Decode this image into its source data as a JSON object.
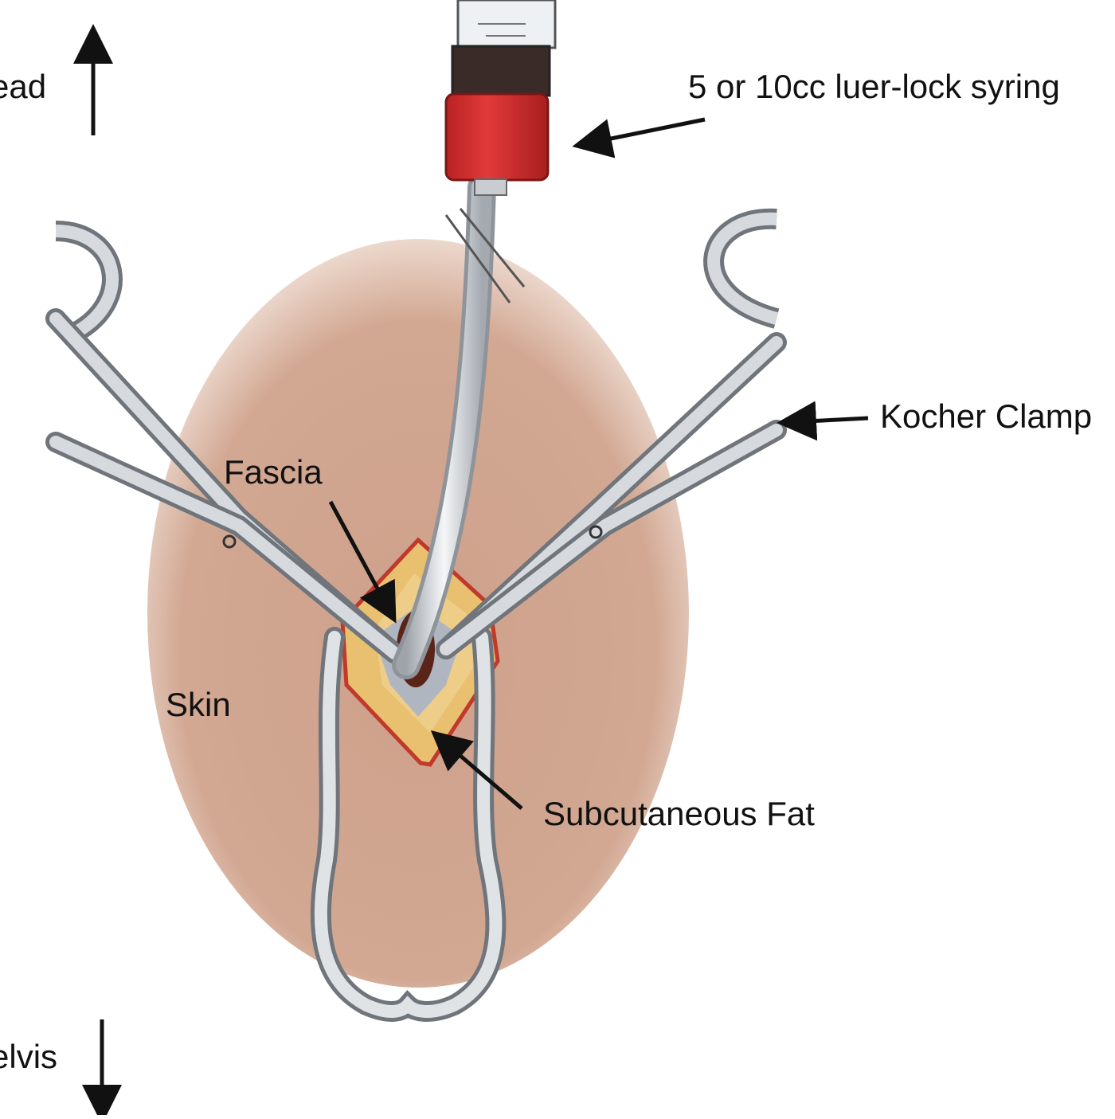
{
  "labels": {
    "head": "ead",
    "syringe": "5 or 10cc luer-lock syring",
    "kocher": "Kocher Clamp",
    "fascia": "Fascia",
    "skin": "Skin",
    "fat": "Subcutaneous Fat",
    "pelvis": "elvis"
  },
  "colors": {
    "skin": "#d2a893",
    "skin_edge": "#ead6cc",
    "fat": "#e8c070",
    "incision_edge": "#c0392b",
    "fascia": "#a9b4c7",
    "instrument": "#b9bec4",
    "instrument_dark": "#6f757b",
    "syringe_red": "#d42f2f",
    "syringe_dark": "#3a2a28",
    "syringe_barrel": "#eef1f3",
    "arrow": "#111111"
  }
}
